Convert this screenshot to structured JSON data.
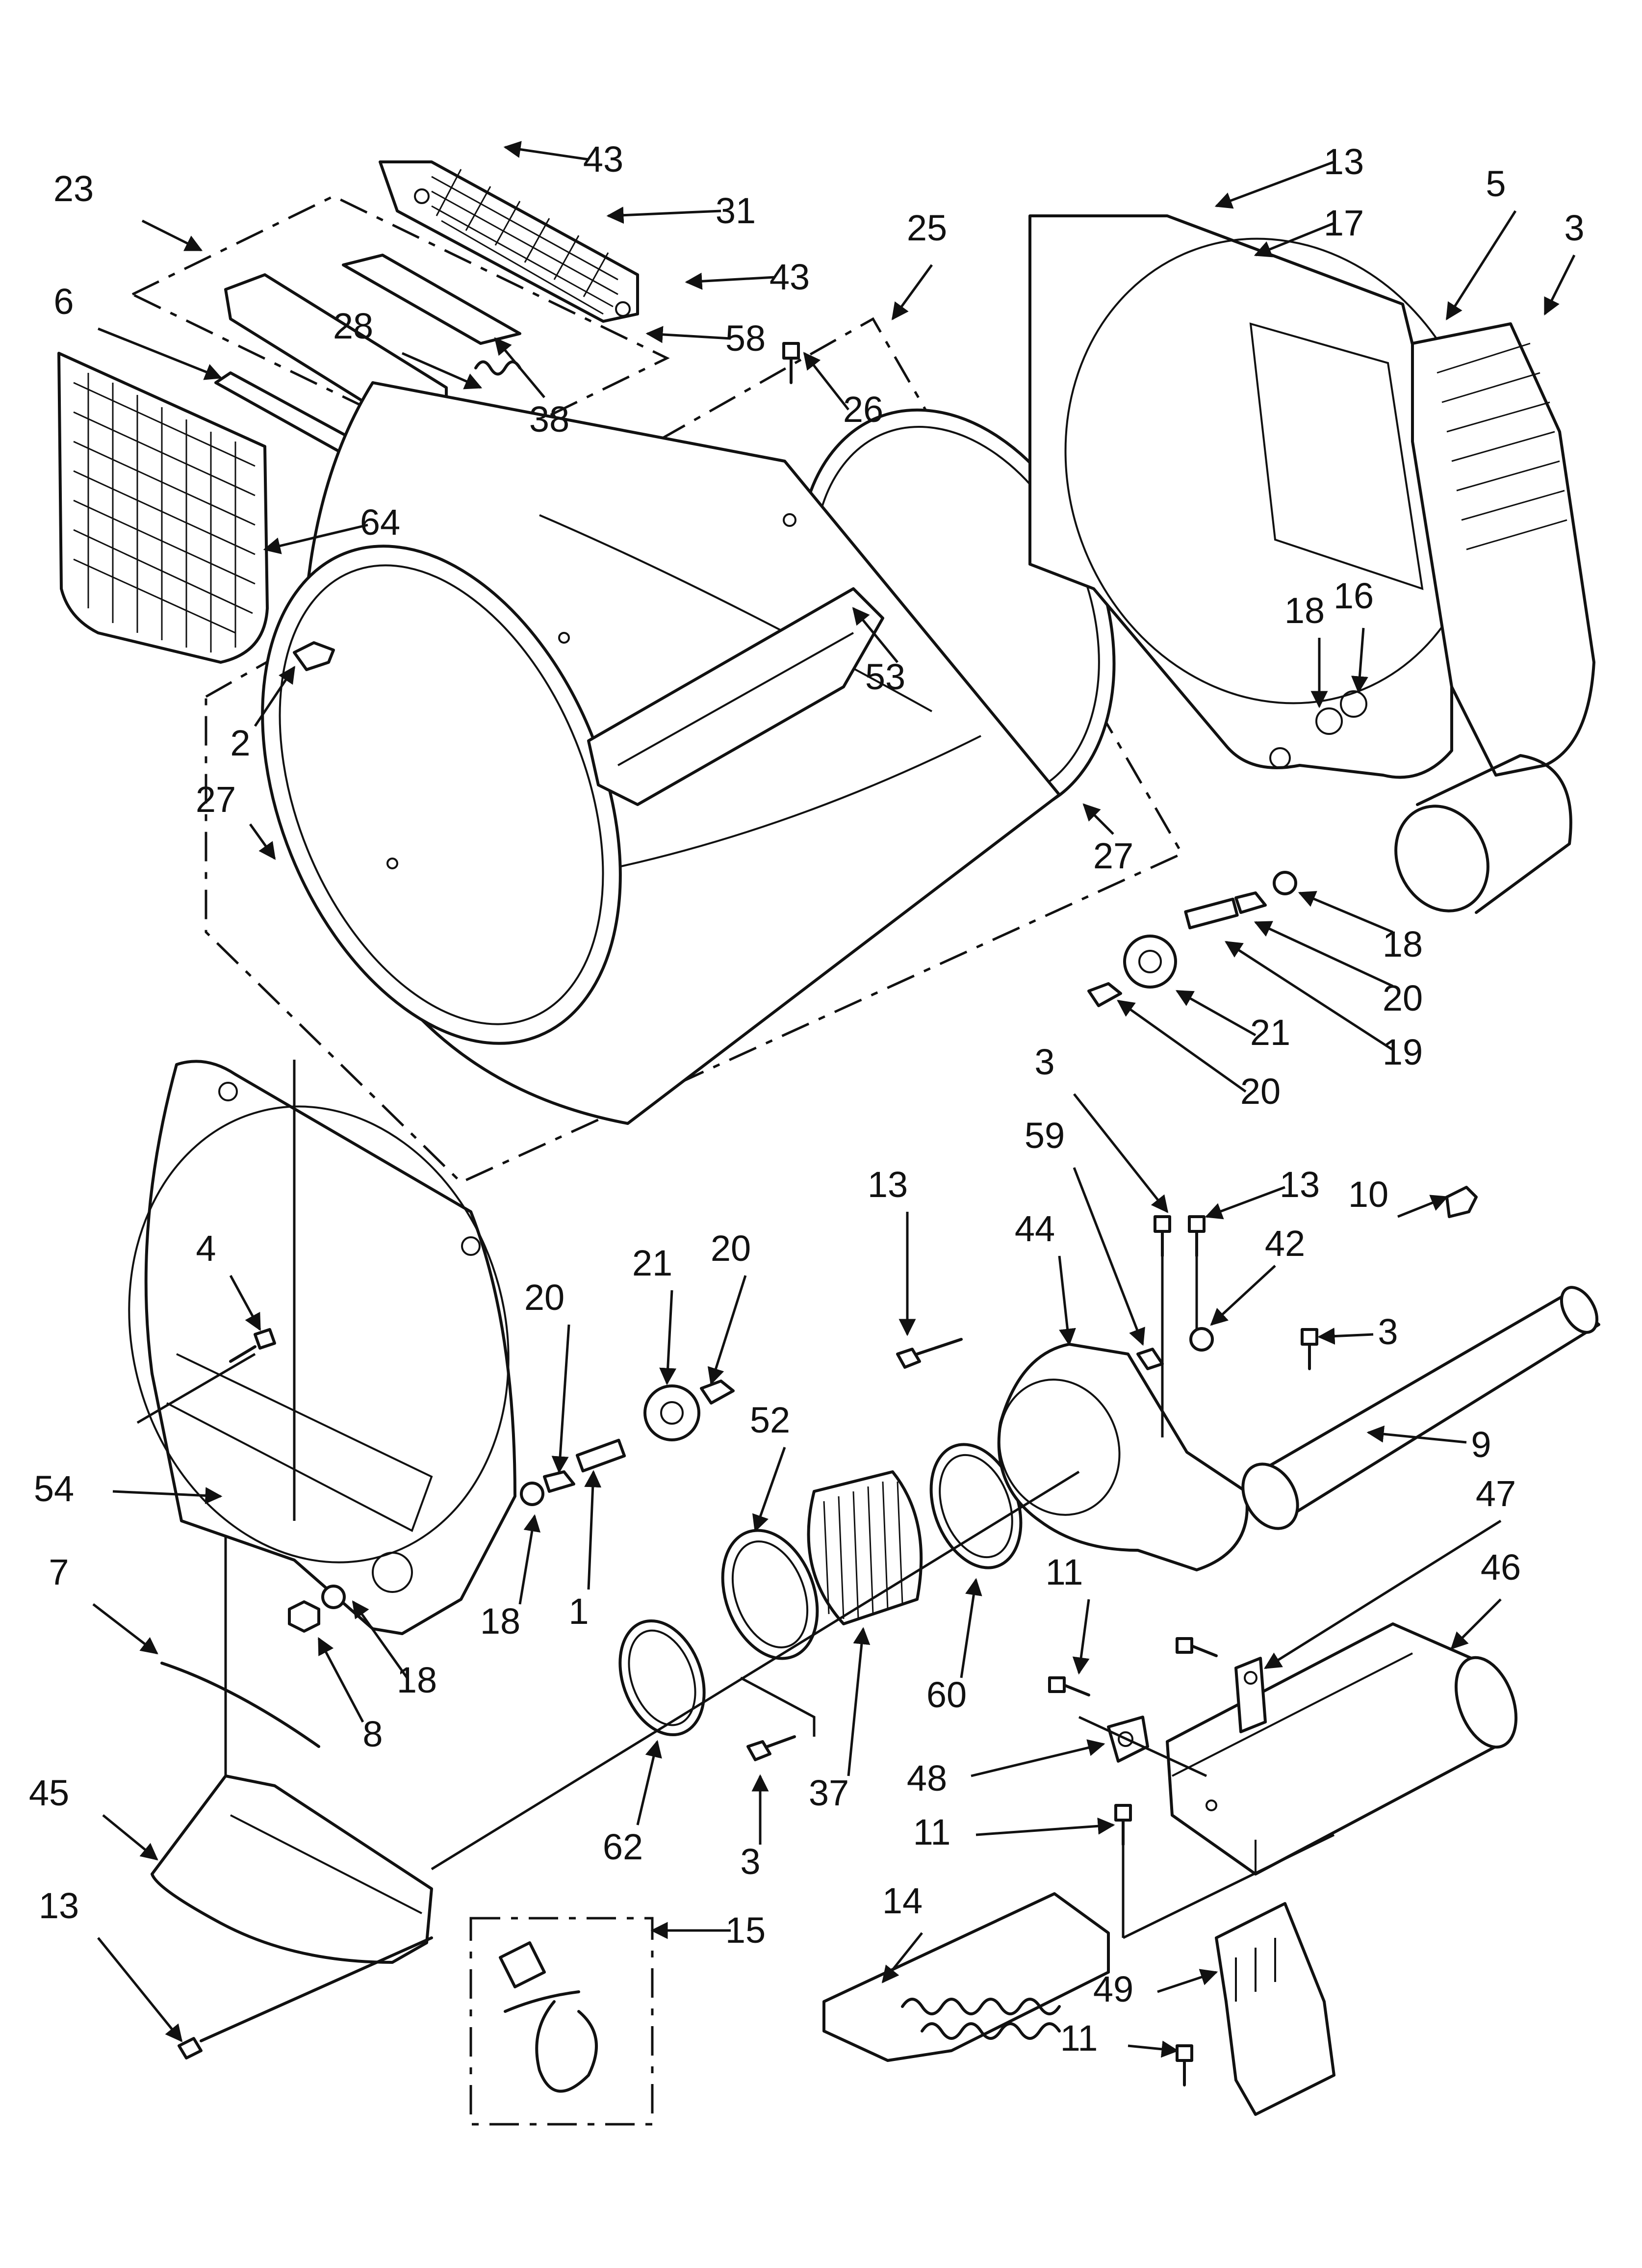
{
  "diagram": {
    "type": "exploded-parts-diagram",
    "callouts": [
      {
        "id": "c-43a",
        "label": "43"
      },
      {
        "id": "c-23",
        "label": "23"
      },
      {
        "id": "c-31",
        "label": "31"
      },
      {
        "id": "c-43b",
        "label": "43"
      },
      {
        "id": "c-58",
        "label": "58"
      },
      {
        "id": "c-6",
        "label": "6"
      },
      {
        "id": "c-28",
        "label": "28"
      },
      {
        "id": "c-38",
        "label": "38"
      },
      {
        "id": "c-25",
        "label": "25"
      },
      {
        "id": "c-26",
        "label": "26"
      },
      {
        "id": "c-64",
        "label": "64"
      },
      {
        "id": "c-53",
        "label": "53"
      },
      {
        "id": "c-2",
        "label": "2"
      },
      {
        "id": "c-27a",
        "label": "27"
      },
      {
        "id": "c-27b",
        "label": "27"
      },
      {
        "id": "c-13a",
        "label": "13"
      },
      {
        "id": "c-17",
        "label": "17"
      },
      {
        "id": "c-5",
        "label": "5"
      },
      {
        "id": "c-3a",
        "label": "3"
      },
      {
        "id": "c-18a",
        "label": "18"
      },
      {
        "id": "c-16",
        "label": "16"
      },
      {
        "id": "c-18b",
        "label": "18"
      },
      {
        "id": "c-20a",
        "label": "20"
      },
      {
        "id": "c-21a",
        "label": "21"
      },
      {
        "id": "c-19",
        "label": "19"
      },
      {
        "id": "c-20b",
        "label": "20"
      },
      {
        "id": "c-3b",
        "label": "3"
      },
      {
        "id": "c-59",
        "label": "59"
      },
      {
        "id": "c-10",
        "label": "10"
      },
      {
        "id": "c-13b",
        "label": "13"
      },
      {
        "id": "c-13c",
        "label": "13"
      },
      {
        "id": "c-44",
        "label": "44"
      },
      {
        "id": "c-42",
        "label": "42"
      },
      {
        "id": "c-3c",
        "label": "3"
      },
      {
        "id": "c-4",
        "label": "4"
      },
      {
        "id": "c-20c",
        "label": "20"
      },
      {
        "id": "c-21b",
        "label": "21"
      },
      {
        "id": "c-20d",
        "label": "20"
      },
      {
        "id": "c-52",
        "label": "52"
      },
      {
        "id": "c-9",
        "label": "9"
      },
      {
        "id": "c-54",
        "label": "54"
      },
      {
        "id": "c-47",
        "label": "47"
      },
      {
        "id": "c-7",
        "label": "7"
      },
      {
        "id": "c-18c",
        "label": "18"
      },
      {
        "id": "c-1",
        "label": "1"
      },
      {
        "id": "c-18d",
        "label": "18"
      },
      {
        "id": "c-11a",
        "label": "11"
      },
      {
        "id": "c-46",
        "label": "46"
      },
      {
        "id": "c-60",
        "label": "60"
      },
      {
        "id": "c-8",
        "label": "8"
      },
      {
        "id": "c-37",
        "label": "37"
      },
      {
        "id": "c-48",
        "label": "48"
      },
      {
        "id": "c-45",
        "label": "45"
      },
      {
        "id": "c-62",
        "label": "62"
      },
      {
        "id": "c-11b",
        "label": "11"
      },
      {
        "id": "c-3d",
        "label": "3"
      },
      {
        "id": "c-13d",
        "label": "13"
      },
      {
        "id": "c-14",
        "label": "14"
      },
      {
        "id": "c-15",
        "label": "15"
      },
      {
        "id": "c-49",
        "label": "49"
      },
      {
        "id": "c-11c",
        "label": "11"
      }
    ]
  }
}
